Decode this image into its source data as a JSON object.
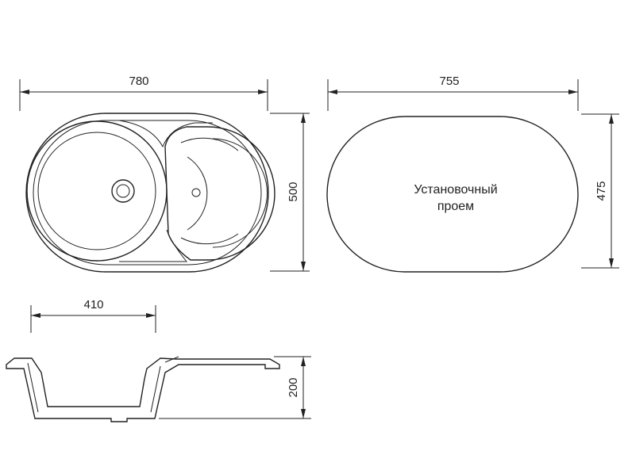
{
  "dimensions": {
    "sink_width": "780",
    "cutout_width": "755",
    "sink_height": "500",
    "cutout_height": "475",
    "bowl_width": "410",
    "depth": "200"
  },
  "cutout_label": {
    "line1": "Установочный",
    "line2": "проем"
  }
}
